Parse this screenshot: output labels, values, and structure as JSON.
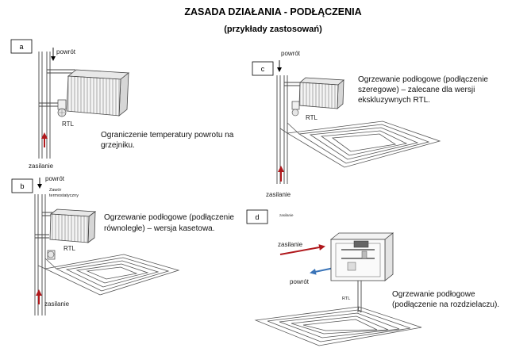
{
  "title": "ZASADA DZIAŁANIA - PODŁĄCZENIA",
  "subtitle": "(przykłady zastosowań)",
  "colors": {
    "supply": "#b0181c",
    "return": "#3a74b8"
  },
  "panels": [
    {
      "label": "a",
      "return_label": "powrót",
      "supply_label": "zasilanie",
      "rtl_label": "RTL",
      "description": [
        "Ograniczenie temperatury powrotu na",
        "grzejniku."
      ]
    },
    {
      "label": "b",
      "return_label": "powrót",
      "supply_label": "zasilanie",
      "rtl_label": "RTL",
      "valve_label": [
        "Zawór",
        "termostatyczny"
      ],
      "description": [
        "Ogrzewanie podłogowe (podłączenie",
        "równoległe) – wersja kasetowa."
      ]
    },
    {
      "label": "c",
      "return_label": "powrót",
      "supply_label": "zasilanie",
      "rtl_label": "RTL",
      "description": [
        "Ogrzewanie podłogowe (podłączenie",
        "szeregowe) – zalecane dla wersji",
        "ekskluzywnych RTL."
      ]
    },
    {
      "label": "d",
      "return_label": "powrót",
      "supply_label": "zasilanie",
      "rtl_label": "RTL",
      "box_note": "zasilanie",
      "description": [
        "Ogrzewanie podłogowe",
        "(podłączenie na rozdzielaczu)."
      ]
    }
  ]
}
